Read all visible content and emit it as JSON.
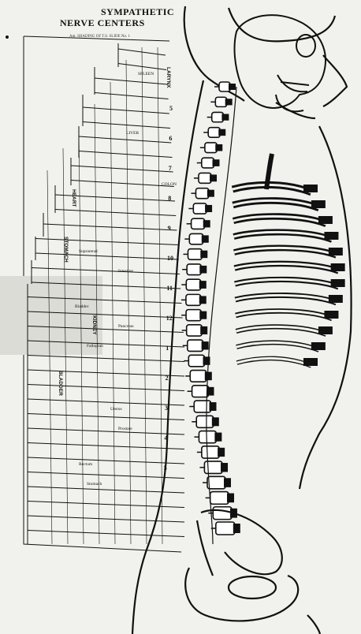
{
  "title_line1": "SYMPATHETIC",
  "title_line2": "NERVE CENTERS",
  "subtitle": "Ant. SHADING OF T.S. SLIDE No. 1",
  "spine_labels": [
    "5",
    "6",
    "7",
    "8",
    "9",
    "10",
    "11",
    "12",
    "1",
    "2",
    "3",
    "4",
    "5"
  ],
  "region_labels": [
    "LARYNX",
    "HEART",
    "STOMACH",
    "KIDNEY",
    "BLADDER"
  ],
  "table_cell_texts": [
    "SPLEEN",
    "LIVER",
    "COLON",
    "Suprarenal",
    "Intestine",
    "Bladder",
    "Pancreas",
    "Fallopian",
    "Uterus",
    "Prostate",
    "Rectum",
    "Stomach"
  ],
  "colors": {
    "ink": "#111111",
    "paper": "#f1f1ed",
    "shade": "#d8d8d2"
  }
}
